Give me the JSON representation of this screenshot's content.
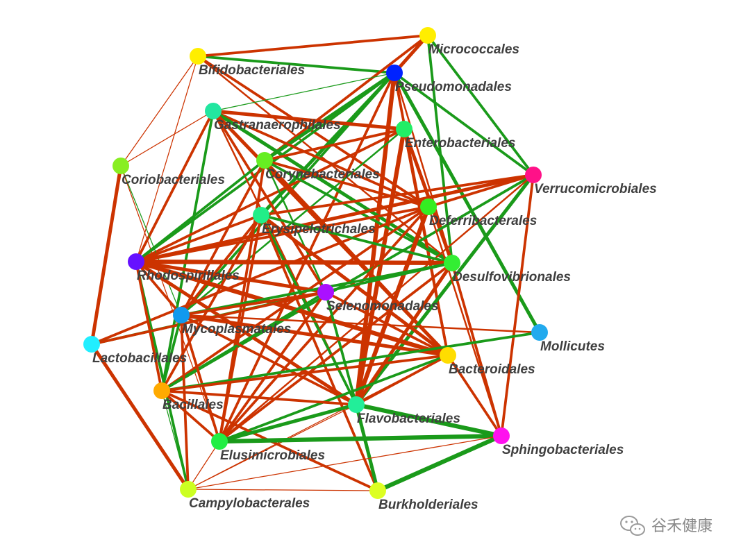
{
  "diagram": {
    "type": "network",
    "edge_colors": {
      "negative": "#cc3300",
      "positive": "#1a9a1a"
    },
    "nodes": [
      {
        "id": "micrococcales",
        "label": "Micrococcales",
        "color": "#ffee00"
      },
      {
        "id": "bifidobacteriales",
        "label": "Bifidobacteriales",
        "color": "#ffee00"
      },
      {
        "id": "pseudomonadales",
        "label": "Pseudomonadales",
        "color": "#0022ff"
      },
      {
        "id": "gastranaerophilales",
        "label": "Gastranaerophilales",
        "color": "#22e6a0"
      },
      {
        "id": "enterobacteriales",
        "label": "Enterobacteriales",
        "color": "#22ee66"
      },
      {
        "id": "coriobacteriales",
        "label": "Coriobacteriales",
        "color": "#88ee22"
      },
      {
        "id": "corynebacteriales",
        "label": "Corynebacteriales",
        "color": "#66ee22"
      },
      {
        "id": "verrucomicrobiales",
        "label": "Verrucomicrobiales",
        "color": "#ff1188"
      },
      {
        "id": "deferribacterales",
        "label": "Deferribacterales",
        "color": "#33ee22"
      },
      {
        "id": "erysipelotrichales",
        "label": "Erysipelotrichales",
        "color": "#22ee88"
      },
      {
        "id": "rhodospirillales",
        "label": "Rhodospirillales",
        "color": "#6611ff"
      },
      {
        "id": "desulfovibrionales",
        "label": "Desulfovibrionales",
        "color": "#33ee33"
      },
      {
        "id": "selenomonadales",
        "label": "Selenomonadales",
        "color": "#aa11ff"
      },
      {
        "id": "mycoplasmatales",
        "label": "Mycoplasmatales",
        "color": "#1199ee"
      },
      {
        "id": "mollicutes",
        "label": "Mollicutes",
        "color": "#22aaee"
      },
      {
        "id": "lactobacillales",
        "label": "Lactobacillales",
        "color": "#22eeff"
      },
      {
        "id": "bacteroidales",
        "label": "Bacteroidales",
        "color": "#ffdd00"
      },
      {
        "id": "bacillales",
        "label": "Bacillales",
        "color": "#ffaa00"
      },
      {
        "id": "flavobacteriales",
        "label": "Flavobacteriales",
        "color": "#22ee99"
      },
      {
        "id": "sphingobacteriales",
        "label": "Sphingobacteriales",
        "color": "#ff11ee"
      },
      {
        "id": "elusimicrobiales",
        "label": "Elusimicrobiales",
        "color": "#22ee44"
      },
      {
        "id": "campylobacterales",
        "label": "Campylobacterales",
        "color": "#ccff22"
      },
      {
        "id": "burkholderiales",
        "label": "Burkholderiales",
        "color": "#ddff22"
      }
    ],
    "edges": [
      {
        "source": "bifidobacteriales",
        "target": "pseudomonadales",
        "sign": "positive",
        "weight": 3
      },
      {
        "source": "bifidobacteriales",
        "target": "micrococcales",
        "sign": "negative",
        "weight": 3
      },
      {
        "source": "bifidobacteriales",
        "target": "deferribacterales",
        "sign": "negative",
        "weight": 3
      },
      {
        "source": "bifidobacteriales",
        "target": "rhodospirillales",
        "sign": "negative",
        "weight": 1
      },
      {
        "source": "bifidobacteriales",
        "target": "coriobacteriales",
        "sign": "negative",
        "weight": 1
      },
      {
        "source": "bifidobacteriales",
        "target": "desulfovibrionales",
        "sign": "negative",
        "weight": 2
      },
      {
        "source": "micrococcales",
        "target": "pseudomonadales",
        "sign": "negative",
        "weight": 4
      },
      {
        "source": "micrococcales",
        "target": "verrucomicrobiales",
        "sign": "positive",
        "weight": 3
      },
      {
        "source": "micrococcales",
        "target": "desulfovibrionales",
        "sign": "positive",
        "weight": 3
      },
      {
        "source": "micrococcales",
        "target": "corynebacteriales",
        "sign": "negative",
        "weight": 3
      },
      {
        "source": "pseudomonadales",
        "target": "gastranaerophilales",
        "sign": "positive",
        "weight": 1
      },
      {
        "source": "pseudomonadales",
        "target": "corynebacteriales",
        "sign": "positive",
        "weight": 4
      },
      {
        "source": "pseudomonadales",
        "target": "erysipelotrichales",
        "sign": "positive",
        "weight": 4
      },
      {
        "source": "pseudomonadales",
        "target": "rhodospirillales",
        "sign": "positive",
        "weight": 3
      },
      {
        "source": "pseudomonadales",
        "target": "mycoplasmatales",
        "sign": "positive",
        "weight": 3
      },
      {
        "source": "pseudomonadales",
        "target": "verrucomicrobiales",
        "sign": "positive",
        "weight": 3
      },
      {
        "source": "pseudomonadales",
        "target": "mollicutes",
        "sign": "positive",
        "weight": 4
      },
      {
        "source": "pseudomonadales",
        "target": "flavobacteriales",
        "sign": "negative",
        "weight": 5
      },
      {
        "source": "pseudomonadales",
        "target": "bacteroidales",
        "sign": "negative",
        "weight": 3
      },
      {
        "source": "pseudomonadales",
        "target": "desulfovibrionales",
        "sign": "negative",
        "weight": 2
      },
      {
        "source": "pseudomonadales",
        "target": "elusimicrobiales",
        "sign": "negative",
        "weight": 3
      },
      {
        "source": "gastranaerophilales",
        "target": "enterobacteriales",
        "sign": "negative",
        "weight": 4
      },
      {
        "source": "gastranaerophilales",
        "target": "deferribacterales",
        "sign": "negative",
        "weight": 3
      },
      {
        "source": "gastranaerophilales",
        "target": "desulfovibrionales",
        "sign": "positive",
        "weight": 4
      },
      {
        "source": "gastranaerophilales",
        "target": "rhodospirillales",
        "sign": "negative",
        "weight": 3
      },
      {
        "source": "gastranaerophilales",
        "target": "bacillales",
        "sign": "positive",
        "weight": 3
      },
      {
        "source": "gastranaerophilales",
        "target": "coriobacteriales",
        "sign": "negative",
        "weight": 1
      },
      {
        "source": "gastranaerophilales",
        "target": "bacteroidales",
        "sign": "negative",
        "weight": 4
      },
      {
        "source": "gastranaerophilales",
        "target": "selenomonadales",
        "sign": "negative",
        "weight": 3
      },
      {
        "source": "gastranaerophilales",
        "target": "flavobacteriales",
        "sign": "negative",
        "weight": 2
      },
      {
        "source": "enterobacteriales",
        "target": "corynebacteriales",
        "sign": "negative",
        "weight": 3
      },
      {
        "source": "enterobacteriales",
        "target": "rhodospirillales",
        "sign": "negative",
        "weight": 3
      },
      {
        "source": "enterobacteriales",
        "target": "flavobacteriales",
        "sign": "negative",
        "weight": 5
      },
      {
        "source": "enterobacteriales",
        "target": "bacteroidales",
        "sign": "negative",
        "weight": 3
      },
      {
        "source": "enterobacteriales",
        "target": "desulfovibrionales",
        "sign": "negative",
        "weight": 4
      },
      {
        "source": "enterobacteriales",
        "target": "mycoplasmatales",
        "sign": "positive",
        "weight": 2
      },
      {
        "source": "coriobacteriales",
        "target": "lactobacillales",
        "sign": "negative",
        "weight": 4
      },
      {
        "source": "coriobacteriales",
        "target": "mycoplasmatales",
        "sign": "positive",
        "weight": 1
      },
      {
        "source": "coriobacteriales",
        "target": "elusimicrobiales",
        "sign": "negative",
        "weight": 1
      },
      {
        "source": "corynebacteriales",
        "target": "rhodospirillales",
        "sign": "positive",
        "weight": 3
      },
      {
        "source": "corynebacteriales",
        "target": "deferribacterales",
        "sign": "negative",
        "weight": 3
      },
      {
        "source": "corynebacteriales",
        "target": "desulfovibrionales",
        "sign": "positive",
        "weight": 3
      },
      {
        "source": "corynebacteriales",
        "target": "selenomonadales",
        "sign": "positive",
        "weight": 2
      },
      {
        "source": "corynebacteriales",
        "target": "bacteroidales",
        "sign": "negative",
        "weight": 3
      },
      {
        "source": "corynebacteriales",
        "target": "elusimicrobiales",
        "sign": "negative",
        "weight": 3
      },
      {
        "source": "corynebacteriales",
        "target": "mycoplasmatales",
        "sign": "negative",
        "weight": 3
      },
      {
        "source": "verrucomicrobiales",
        "target": "rhodospirillales",
        "sign": "negative",
        "weight": 4
      },
      {
        "source": "verrucomicrobiales",
        "target": "deferribacterales",
        "sign": "negative",
        "weight": 3
      },
      {
        "source": "verrucomicrobiales",
        "target": "erysipelotrichales",
        "sign": "negative",
        "weight": 3
      },
      {
        "source": "verrucomicrobiales",
        "target": "flavobacteriales",
        "sign": "positive",
        "weight": 4
      },
      {
        "source": "verrucomicrobiales",
        "target": "sphingobacteriales",
        "sign": "negative",
        "weight": 3
      },
      {
        "source": "verrucomicrobiales",
        "target": "bacillales",
        "sign": "positive",
        "weight": 3
      },
      {
        "source": "verrucomicrobiales",
        "target": "elusimicrobiales",
        "sign": "negative",
        "weight": 2
      },
      {
        "source": "deferribacterales",
        "target": "rhodospirillales",
        "sign": "negative",
        "weight": 3
      },
      {
        "source": "deferribacterales",
        "target": "flavobacteriales",
        "sign": "negative",
        "weight": 5
      },
      {
        "source": "deferribacterales",
        "target": "lactobacillales",
        "sign": "negative",
        "weight": 3
      },
      {
        "source": "deferribacterales",
        "target": "sphingobacteriales",
        "sign": "negative",
        "weight": 2
      },
      {
        "source": "deferribacterales",
        "target": "bacillales",
        "sign": "negative",
        "weight": 3
      },
      {
        "source": "deferribacterales",
        "target": "elusimicrobiales",
        "sign": "negative",
        "weight": 3
      },
      {
        "source": "erysipelotrichales",
        "target": "rhodospirillales",
        "sign": "negative",
        "weight": 3
      },
      {
        "source": "erysipelotrichales",
        "target": "desulfovibrionales",
        "sign": "positive",
        "weight": 3
      },
      {
        "source": "erysipelotrichales",
        "target": "bacteroidales",
        "sign": "negative",
        "weight": 4
      },
      {
        "source": "erysipelotrichales",
        "target": "mycoplasmatales",
        "sign": "negative",
        "weight": 3
      },
      {
        "source": "erysipelotrichales",
        "target": "flavobacteriales",
        "sign": "positive",
        "weight": 3
      },
      {
        "source": "erysipelotrichales",
        "target": "bacillales",
        "sign": "negative",
        "weight": 3
      },
      {
        "source": "erysipelotrichales",
        "target": "elusimicrobiales",
        "sign": "negative",
        "weight": 3
      },
      {
        "source": "erysipelotrichales",
        "target": "burkholderiales",
        "sign": "negative",
        "weight": 3
      },
      {
        "source": "rhodospirillales",
        "target": "desulfovibrionales",
        "sign": "negative",
        "weight": 5
      },
      {
        "source": "rhodospirillales",
        "target": "selenomonadales",
        "sign": "negative",
        "weight": 4
      },
      {
        "source": "rhodospirillales",
        "target": "bacteroidales",
        "sign": "negative",
        "weight": 5
      },
      {
        "source": "rhodospirillales",
        "target": "flavobacteriales",
        "sign": "negative",
        "weight": 4
      },
      {
        "source": "rhodospirillales",
        "target": "mycoplasmatales",
        "sign": "negative",
        "weight": 3
      },
      {
        "source": "rhodospirillales",
        "target": "campylobacterales",
        "sign": "positive",
        "weight": 3
      },
      {
        "source": "rhodospirillales",
        "target": "bacillales",
        "sign": "negative",
        "weight": 3
      },
      {
        "source": "desulfovibrionales",
        "target": "mycoplasmatales",
        "sign": "positive",
        "weight": 3
      },
      {
        "source": "desulfovibrionales",
        "target": "sphingobacteriales",
        "sign": "negative",
        "weight": 3
      },
      {
        "source": "desulfovibrionales",
        "target": "flavobacteriales",
        "sign": "negative",
        "weight": 4
      },
      {
        "source": "desulfovibrionales",
        "target": "lactobacillales",
        "sign": "positive",
        "weight": 3
      },
      {
        "source": "desulfovibrionales",
        "target": "elusimicrobiales",
        "sign": "negative",
        "weight": 3
      },
      {
        "source": "selenomonadales",
        "target": "mycoplasmatales",
        "sign": "negative",
        "weight": 3
      },
      {
        "source": "selenomonadales",
        "target": "bacillales",
        "sign": "positive",
        "weight": 3
      },
      {
        "source": "selenomonadales",
        "target": "flavobacteriales",
        "sign": "positive",
        "weight": 3
      },
      {
        "source": "selenomonadales",
        "target": "lactobacillales",
        "sign": "negative",
        "weight": 3
      },
      {
        "source": "selenomonadales",
        "target": "bacteroidales",
        "sign": "negative",
        "weight": 3
      },
      {
        "source": "selenomonadales",
        "target": "elusimicrobiales",
        "sign": "negative",
        "weight": 3
      },
      {
        "source": "mycoplasmatales",
        "target": "bacteroidales",
        "sign": "negative",
        "weight": 4
      },
      {
        "source": "mycoplasmatales",
        "target": "mollicutes",
        "sign": "negative",
        "weight": 2
      },
      {
        "source": "mycoplasmatales",
        "target": "flavobacteriales",
        "sign": "negative",
        "weight": 3
      },
      {
        "source": "mycoplasmatales",
        "target": "bacillales",
        "sign": "positive",
        "weight": 3
      },
      {
        "source": "mycoplasmatales",
        "target": "elusimicrobiales",
        "sign": "negative",
        "weight": 3
      },
      {
        "source": "mycoplasmatales",
        "target": "campylobacterales",
        "sign": "negative",
        "weight": 3
      },
      {
        "source": "mollicutes",
        "target": "bacillales",
        "sign": "positive",
        "weight": 3
      },
      {
        "source": "lactobacillales",
        "target": "campylobacterales",
        "sign": "negative",
        "weight": 4
      },
      {
        "source": "bacteroidales",
        "target": "bacillales",
        "sign": "negative",
        "weight": 3
      },
      {
        "source": "bacteroidales",
        "target": "flavobacteriales",
        "sign": "negative",
        "weight": 3
      },
      {
        "source": "bacteroidales",
        "target": "elusimicrobiales",
        "sign": "positive",
        "weight": 3
      },
      {
        "source": "bacteroidales",
        "target": "sphingobacteriales",
        "sign": "negative",
        "weight": 3
      },
      {
        "source": "bacteroidales",
        "target": "campylobacterales",
        "sign": "negative",
        "weight": 1
      },
      {
        "source": "bacillales",
        "target": "flavobacteriales",
        "sign": "negative",
        "weight": 3
      },
      {
        "source": "bacillales",
        "target": "elusimicrobiales",
        "sign": "negative",
        "weight": 3
      },
      {
        "source": "bacillales",
        "target": "campylobacterales",
        "sign": "positive",
        "weight": 1
      },
      {
        "source": "bacillales",
        "target": "burkholderiales",
        "sign": "negative",
        "weight": 3
      },
      {
        "source": "flavobacteriales",
        "target": "sphingobacteriales",
        "sign": "positive",
        "weight": 5
      },
      {
        "source": "flavobacteriales",
        "target": "elusimicrobiales",
        "sign": "positive",
        "weight": 4
      },
      {
        "source": "flavobacteriales",
        "target": "burkholderiales",
        "sign": "positive",
        "weight": 4
      },
      {
        "source": "flavobacteriales",
        "target": "campylobacterales",
        "sign": "negative",
        "weight": 1
      },
      {
        "source": "sphingobacteriales",
        "target": "elusimicrobiales",
        "sign": "positive",
        "weight": 5
      },
      {
        "source": "sphingobacteriales",
        "target": "burkholderiales",
        "sign": "positive",
        "weight": 5
      },
      {
        "source": "sphingobacteriales",
        "target": "campylobacterales",
        "sign": "negative",
        "weight": 1
      },
      {
        "source": "elusimicrobiales",
        "target": "campylobacterales",
        "sign": "negative",
        "weight": 1
      },
      {
        "source": "burkholderiales",
        "target": "campylobacterales",
        "sign": "negative",
        "weight": 1
      }
    ]
  },
  "watermark": {
    "text": "谷禾健康",
    "icon": "wechat-icon"
  }
}
